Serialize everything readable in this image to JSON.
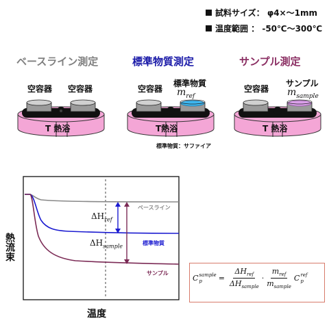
{
  "specs": {
    "sample_size": "試料サイズ：  φ4×～1mm",
    "temp_range": "温度範囲   ：  -50℃～300℃"
  },
  "sections": {
    "baseline": {
      "title": "ベースライン測定",
      "color": "#808080",
      "left_label": "空容器",
      "right_label": "空容器",
      "bath_label": "T 熱浴"
    },
    "reference": {
      "title": "標準物質測定",
      "color": "#1a1aa8",
      "left_label": "空容器",
      "right_label": "標準物質",
      "right_sym": "m",
      "right_sub": "ref",
      "bath_label": "T熱浴",
      "note": "標準物質：サファイア"
    },
    "sample": {
      "title": "サンプル測定",
      "color": "#8b2f63",
      "left_label": "空容器",
      "right_label": "サンプル",
      "right_sym": "m",
      "right_sub": "sample",
      "bath_label": "T 熱浴"
    }
  },
  "colors": {
    "bath": "#f4a6d6",
    "bath_stroke": "#333333",
    "container_top": "#c8c8c8",
    "ref_liquid": "#3fb6ee",
    "sample_liquid": "#d9a0e8"
  },
  "chart_data": {
    "type": "line",
    "xlabel": "温度",
    "ylabel": "熱流束",
    "series": [
      {
        "name": "ベースライン",
        "color": "#888888"
      },
      {
        "name": "標準物質",
        "color": "#1a1ad0"
      },
      {
        "name": "サンプル",
        "color": "#7b2a55"
      }
    ],
    "annotations": {
      "dh_ref": {
        "symbol": "ΔH",
        "sub": "ref"
      },
      "dh_sample": {
        "symbol": "ΔH",
        "sub": "sample"
      }
    }
  },
  "formula": {
    "lhs": "C",
    "lhs_sup": "sample",
    "lhs_sub": "p",
    "eq": "=",
    "f1_num": "ΔH",
    "f1_num_sub": "ref",
    "f1_den": "ΔH",
    "f1_den_sub": "sample",
    "dot": "·",
    "f2_num": "m",
    "f2_num_sub": "ref",
    "f2_den": "m",
    "f2_den_sub": "sample",
    "rhs": "C",
    "rhs_sup": "ref",
    "rhs_sub": "p"
  }
}
